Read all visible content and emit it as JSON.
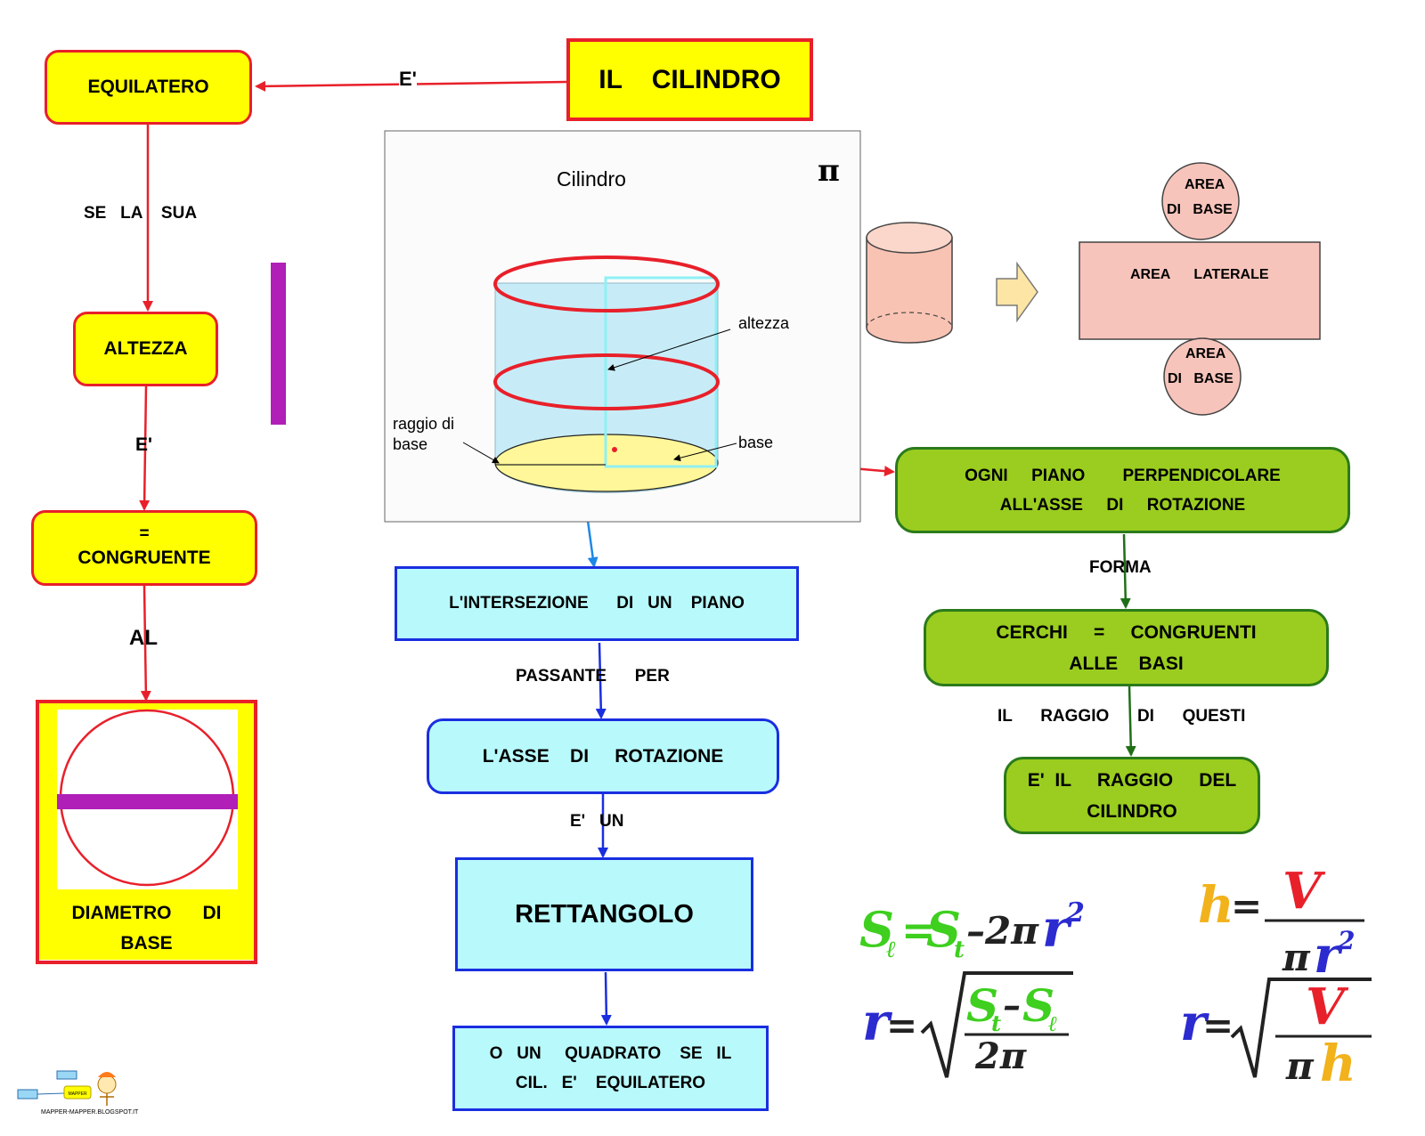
{
  "title": "IL    CILINDRO",
  "left": {
    "equilatero": "EQUILATERO",
    "e1": "E'",
    "se_la_sua": "SE   LA    SUA",
    "altezza": "ALTEZZA",
    "e2": "E'",
    "eq_sign": "=",
    "congruente": "CONGRUENTE",
    "al": "AL",
    "diametro": "DIAMETRO      DI",
    "base": "BASE"
  },
  "figure": {
    "cilindro": "Cilindro",
    "pi": "π",
    "altezza": "altezza",
    "raggio_1": "raggio di",
    "raggio_2": "base",
    "base": "base"
  },
  "net": {
    "area_top_1": "AREA",
    "area_top_2": "DI   BASE",
    "area_laterale": "AREA      LATERALE",
    "area_bot_1": "AREA",
    "area_bot_2": "DI   BASE"
  },
  "center": {
    "intersezione": "L'INTERSEZIONE      DI   UN    PIANO",
    "passante": "PASSANTE      PER",
    "asse": "L'ASSE    DI     ROTAZIONE",
    "e_un": "E'   UN",
    "rettangolo": "RETTANGOLO",
    "quadrato_1": "O   UN     QUADRATO    SE   IL",
    "quadrato_2": "CIL.   E'    EQUILATERO"
  },
  "right": {
    "ogni_1": "OGNI     PIANO        PERPENDICOLARE",
    "ogni_2": "ALL'ASSE     DI     ROTAZIONE",
    "forma": "FORMA",
    "cerchi_1": "CERCHI     =     CONGRUENTI",
    "cerchi_2": "ALLE    BASI",
    "il_raggio": "IL      RAGGIO      DI      QUESTI",
    "raggio_1": "E'  IL     RAGGIO     DEL",
    "raggio_2": "CILINDRO"
  },
  "formulas": {
    "colors": {
      "green": "#3ecf1f",
      "blue": "#2b2bd0",
      "red": "#e8202a",
      "orange": "#f2b21b",
      "black": "#222222"
    }
  },
  "logo": {
    "text": "MAPPER-MAPPER.BLOGSPOT.IT",
    "badge": "MAPPER"
  }
}
